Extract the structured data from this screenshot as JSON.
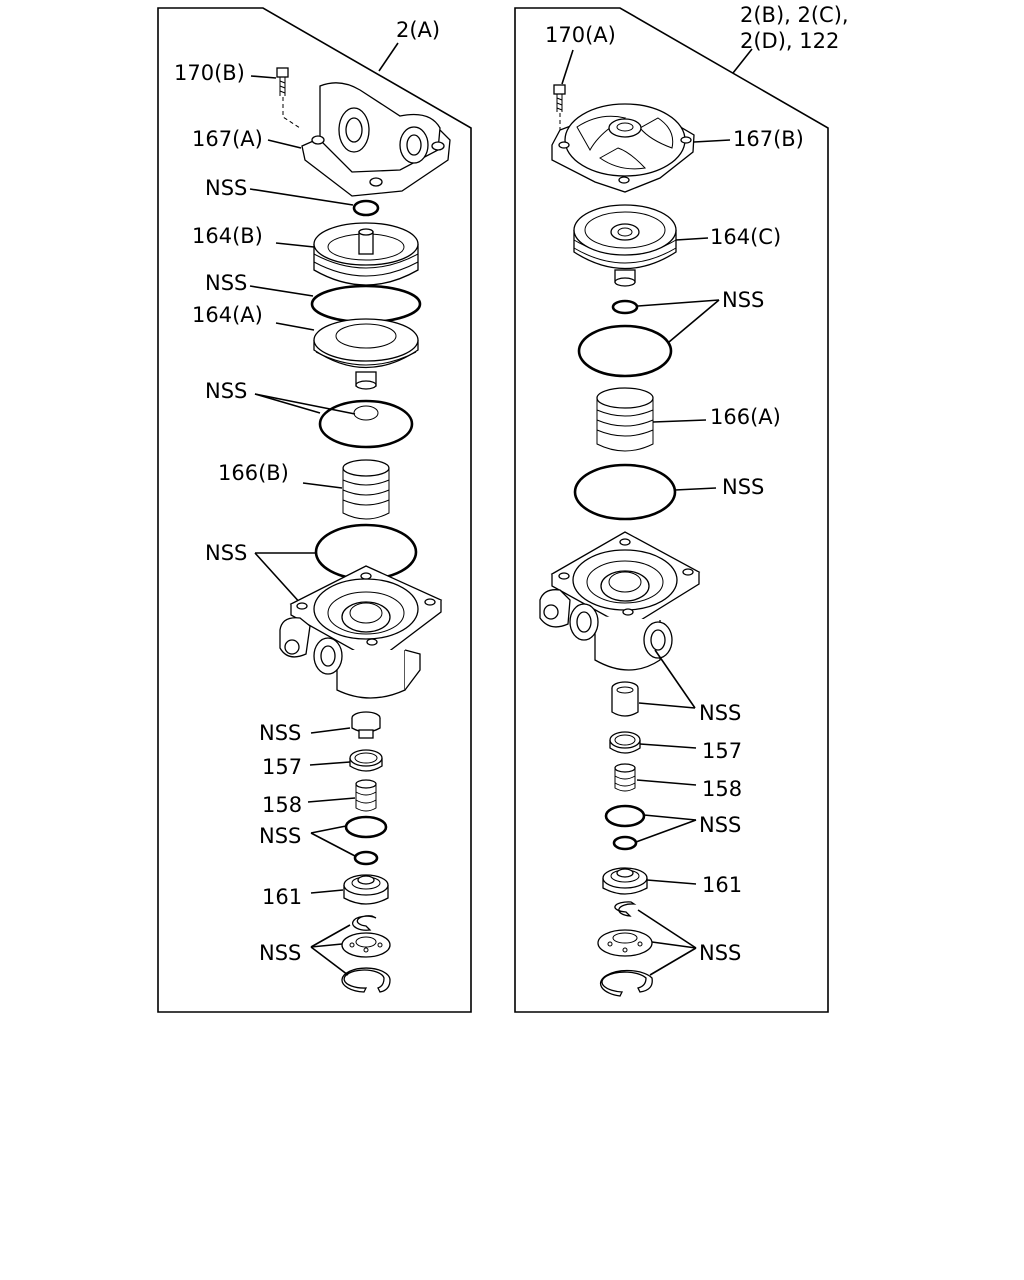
{
  "left_panel": {
    "assembly_label": "2(A)",
    "labels": {
      "bolt": "170(B)",
      "cover": "167(A)",
      "seal_top": "NSS",
      "piston_upper": "164(B)",
      "seal_piston": "NSS",
      "piston_lower": "164(A)",
      "seal_washer": "NSS",
      "spring": "166(B)",
      "seal_body": "NSS",
      "valve_insert": "NSS",
      "part_157": "157",
      "part_158": "158",
      "seal_orings": "NSS",
      "part_161": "161",
      "seal_bottom": "NSS"
    }
  },
  "right_panel": {
    "assembly_label_line1": "2(B), 2(C),",
    "assembly_label_line2": "2(D), 122",
    "labels": {
      "bolt": "170(A)",
      "cover": "167(B)",
      "piston": "164(C)",
      "seal_orings_top": "NSS",
      "spring": "166(A)",
      "seal_ring": "NSS",
      "valve_insert": "NSS",
      "part_157": "157",
      "part_158": "158",
      "seal_orings": "NSS",
      "part_161": "161",
      "seal_bottom": "NSS"
    }
  },
  "colors": {
    "line": "#000000",
    "background": "#ffffff"
  }
}
